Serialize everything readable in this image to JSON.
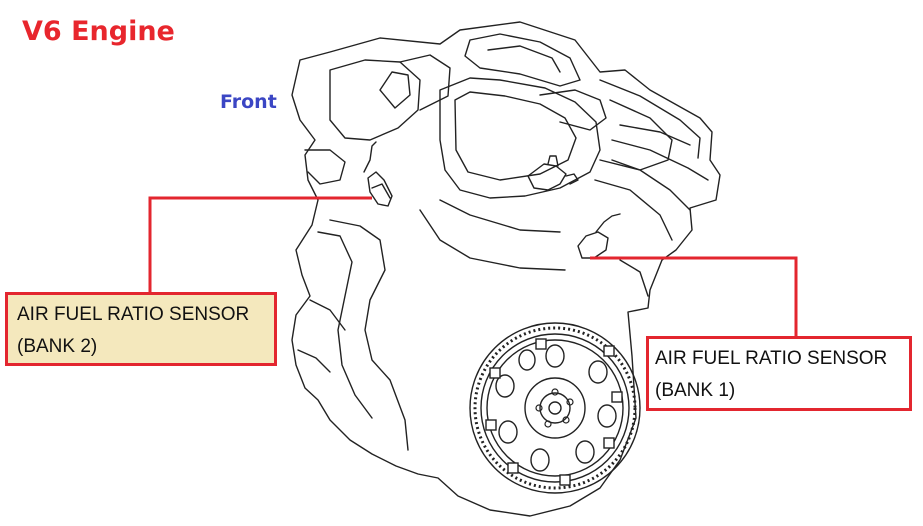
{
  "title": "V6 Engine",
  "direction_label": "Front",
  "colors": {
    "title": "#e8262d",
    "direction_label": "#3b46c4",
    "callout_line": "#e3262f",
    "callout_bank2_fill": "#f4e8bd",
    "callout_bank1_fill": "#ffffff",
    "drawing_line": "#222222"
  },
  "callouts": {
    "bank2": {
      "line1": "AIR FUEL RATIO SENSOR",
      "line2": "(BANK 2)"
    },
    "bank1": {
      "line1": "AIR FUEL RATIO SENSOR",
      "line2": "(BANK 1)"
    }
  }
}
